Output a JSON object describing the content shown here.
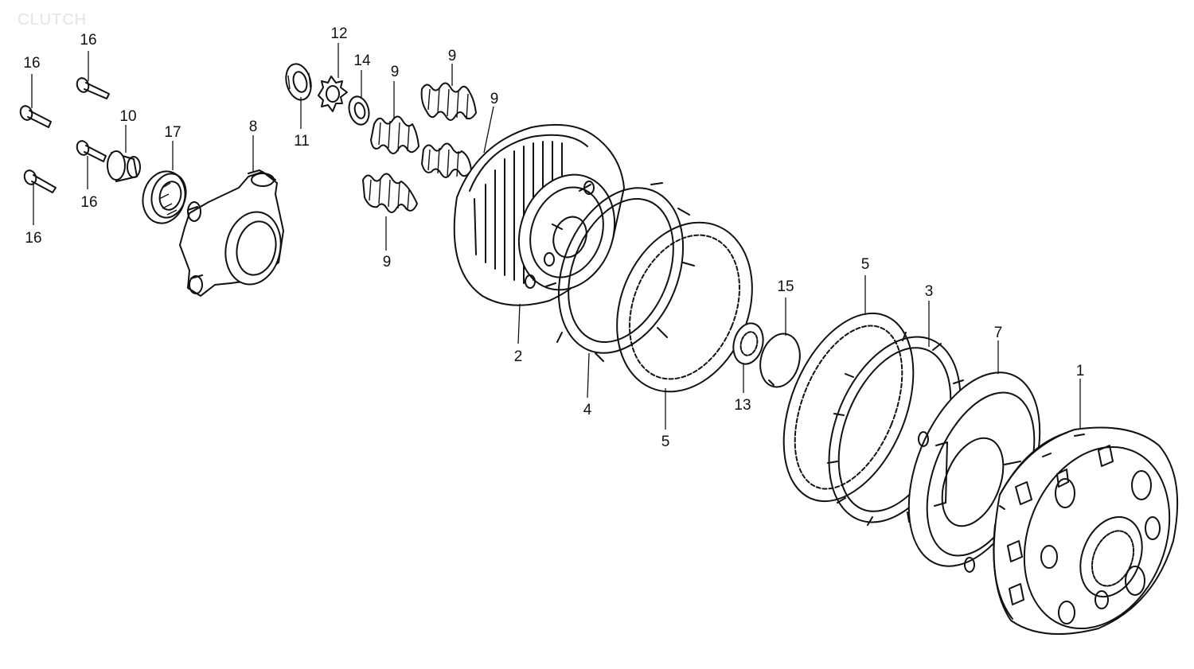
{
  "watermark": "CLUTCH",
  "callouts": [
    {
      "id": "c16a",
      "text": "16"
    },
    {
      "id": "c16b",
      "text": "16"
    },
    {
      "id": "c16c",
      "text": "16"
    },
    {
      "id": "c16d",
      "text": "16"
    },
    {
      "id": "c10",
      "text": "10"
    },
    {
      "id": "c17",
      "text": "17"
    },
    {
      "id": "c8",
      "text": "8"
    },
    {
      "id": "c12",
      "text": "12"
    },
    {
      "id": "c14",
      "text": "14"
    },
    {
      "id": "c11",
      "text": "11"
    },
    {
      "id": "c9a",
      "text": "9"
    },
    {
      "id": "c9b",
      "text": "9"
    },
    {
      "id": "c9c",
      "text": "9"
    },
    {
      "id": "c9d",
      "text": "9"
    },
    {
      "id": "c2",
      "text": "2"
    },
    {
      "id": "c4",
      "text": "4"
    },
    {
      "id": "c5a",
      "text": "5"
    },
    {
      "id": "c13",
      "text": "13"
    },
    {
      "id": "c15",
      "text": "15"
    },
    {
      "id": "c5b",
      "text": "5"
    },
    {
      "id": "c3",
      "text": "3"
    },
    {
      "id": "c7",
      "text": "7"
    },
    {
      "id": "c1",
      "text": "1"
    }
  ]
}
